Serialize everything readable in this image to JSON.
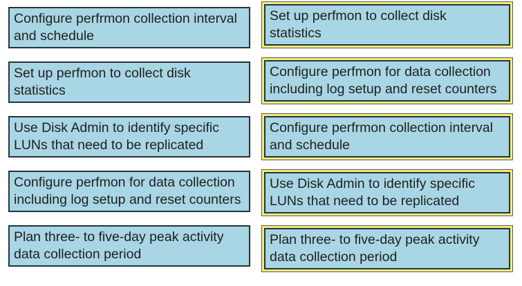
{
  "question": {
    "kind": "drag-and-drop-ordering",
    "source_column_name": "available-steps",
    "answer_column_name": "ordered-steps"
  },
  "colors": {
    "canvas_bg": "#ffffff",
    "box_fill": "#a9d6e4",
    "box_border": "#24333b",
    "text": "#1f1f1f",
    "highlight_fill": "#f0ec7e",
    "highlight_outline": "#5d5b45"
  },
  "left_column": {
    "items": [
      {
        "label": "Configure perfrmon collection interval\nand schedule"
      },
      {
        "label": "Set up perfmon to collect disk\nstatistics"
      },
      {
        "label": "Use Disk Admin to identify specific\nLUNs that need to be replicated"
      },
      {
        "label": "Configure perfmon for data collection\nincluding log setup and reset counters"
      },
      {
        "label": "Plan three- to five-day peak activity\ndata collection period"
      }
    ]
  },
  "right_column": {
    "items": [
      {
        "label": "Set up perfmon to collect disk\nstatistics"
      },
      {
        "label": "Configure perfmon for data collection\nincluding log setup and reset counters"
      },
      {
        "label": "Configure perfrmon collection interval\nand schedule"
      },
      {
        "label": "Use Disk Admin to identify specific\nLUNs that need to be replicated"
      },
      {
        "label": "Plan three- to five-day peak activity\ndata collection period"
      }
    ]
  }
}
